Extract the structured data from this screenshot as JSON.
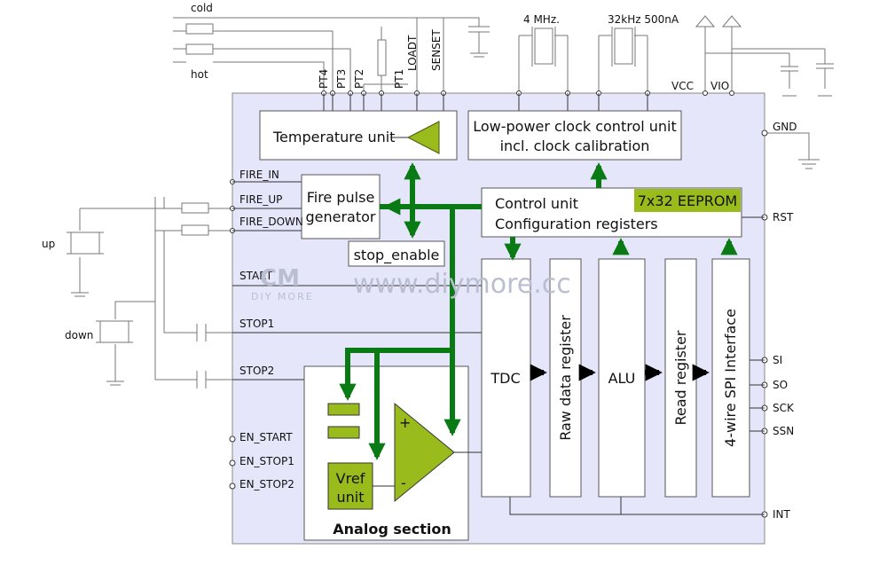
{
  "top_labels": {
    "cold": "cold",
    "hot": "hot",
    "osc1": "4 MHz.",
    "osc2": "32kHz 500nA"
  },
  "top_pins": [
    "PT4",
    "PT3",
    "PT2",
    "PT1",
    "LOADT",
    "SENSET"
  ],
  "right_pins": {
    "vcc": "VCC",
    "vio": "VIO",
    "gnd": "GND",
    "rst": "RST",
    "si": "SI",
    "so": "SO",
    "sck": "SCK",
    "ssn": "SSN",
    "int": "INT"
  },
  "left_pins": {
    "fire_in": "FIRE_IN",
    "fire_up": "FIRE_UP",
    "fire_down": "FIRE_DOWN",
    "start": "START",
    "stop1": "STOP1",
    "stop2": "STOP2",
    "en_start": "EN_START",
    "en_stop1": "EN_STOP1",
    "en_stop2": "EN_STOP2"
  },
  "external": {
    "up": "up",
    "down": "down"
  },
  "blocks": {
    "temperature_unit": "Temperature unit",
    "clock_line1": "Low-power clock control unit",
    "clock_line2": "incl. clock calibration",
    "fire_pulse_line1": "Fire pulse",
    "fire_pulse_line2": "generator",
    "stop_enable": "stop_enable",
    "control_unit": "Control unit",
    "config_registers": "Configuration registers",
    "eeprom": "7x32 EEPROM",
    "tdc": "TDC",
    "raw_data_register": "Raw data register",
    "alu": "ALU",
    "read_register": "Read register",
    "spi_interface": "4-wire SPI Interface",
    "vref_line1": "Vref",
    "vref_line2": "unit",
    "analog_section": "Analog section",
    "plus": "+",
    "minus": "-"
  },
  "watermark": {
    "logo": "CM",
    "sub": "DIY MORE",
    "url": "www.diymore.cc"
  },
  "colors": {
    "chip_fill": "#e6e6fa",
    "green": "#0a7a14",
    "eeprom_fill": "#9abb1c",
    "opamp_fill": "#9abb1c"
  }
}
